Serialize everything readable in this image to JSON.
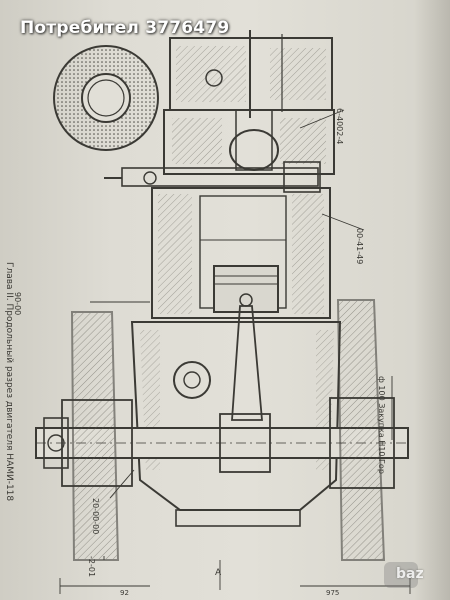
{
  "watermark": {
    "seller": "Потребител 3776479"
  },
  "logo": {
    "text": "baz"
  },
  "drawing": {
    "caption": "Глава ІІ. Продольный разрез двигателя НАМИ-118",
    "callouts": {
      "right_top": "6-4002-4",
      "right_mid": "00-41-49",
      "right_low": "ф 100 Закупка Н10 Гор",
      "left_mid": "90-00",
      "left_low_1": "20-00-00",
      "left_low_2": "-2-01"
    },
    "section_marker": "А",
    "dimensions": {
      "left": "92",
      "right": "975"
    }
  }
}
